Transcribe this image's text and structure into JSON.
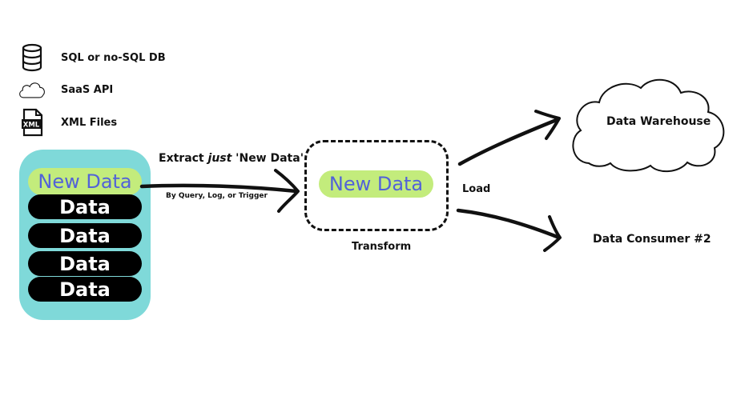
{
  "legend": [
    {
      "icon": "database-icon",
      "label": "SQL or no-SQL DB"
    },
    {
      "icon": "cloud-icon",
      "label": "SaaS API"
    },
    {
      "icon": "xml-file-icon",
      "label": "XML Files",
      "badge": "XML"
    }
  ],
  "source": {
    "new_label": "New Data",
    "data_rows": [
      "Data",
      "Data",
      "Data",
      "Data"
    ]
  },
  "extract": {
    "prefix": "Extract ",
    "emphasis": "just",
    "suffix": " 'New Data'",
    "method": "By Query, Log, or Trigger"
  },
  "transform": {
    "pill_label": "New Data",
    "caption": "Transform"
  },
  "load": {
    "label": "Load"
  },
  "targets": {
    "warehouse": "Data Warehouse",
    "consumer": "Data Consumer #2"
  },
  "colors": {
    "source_container": "#7fd9d9",
    "new_data_pill": "#c3ec7c",
    "new_data_text": "#5262d8",
    "data_pill": "#000000"
  }
}
